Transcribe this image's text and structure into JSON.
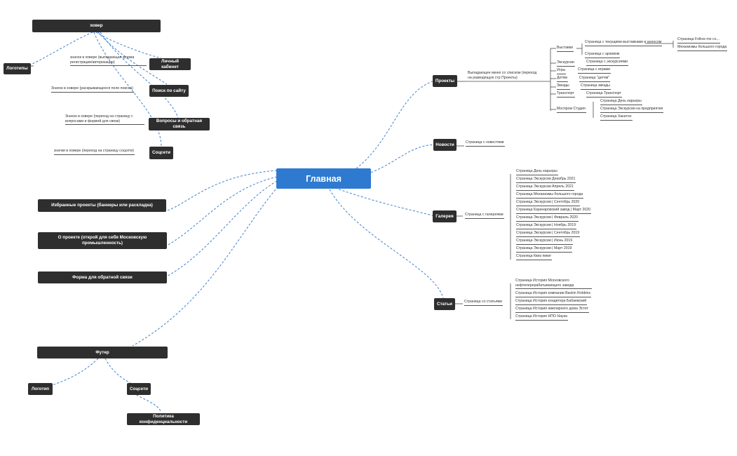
{
  "main": "Главная",
  "left": {
    "cover": "ховер",
    "logos": "Логотипы",
    "cabinet": "Личный кабинет",
    "search": "Поиск по сайту",
    "questions": "Вопросы и обратная связь",
    "socials": "Соцсети",
    "cabinet_note": "значок в ховере (выпадающая форма регистрации/авторизации)",
    "search_note": "Значок в ховере (раскрывающееся поле поиска)",
    "questions_note": "Значок в ховере (переход на страницу с вопросами и формой для связи)",
    "socials_note": "значки в ховере (переход на страницу соцсети)",
    "featured": "Избранные проекты (баннеры или раскладка)",
    "about": "О проекте (открой для себя Московскую промышленность)",
    "feedback": "Форма для обратной связи",
    "footer": "Футер",
    "footer_logo": "Логотип",
    "footer_socials": "Соцсети",
    "privacy": "Политика конфиденциальности"
  },
  "projects": {
    "title": "Проекты",
    "note": "Выпадающее меню со списком (переход на разводящую стр Проекты)",
    "exhibitions": "Выставки",
    "ex_current": "Страница с текущими выставками и анонсом",
    "ex_follow": "Страница Follow me со...",
    "ex_mech": "Механизмы большого города",
    "ex_archive": "Страница с архивом",
    "excursions": "Экскурсии",
    "excursions_page": "Страница с экскурсиями",
    "games": "Игры",
    "games_page": "Страница с играми",
    "kids": "Детям",
    "kids_page": "Страница \"детям\"",
    "stars": "Звезды",
    "stars_page": "Страница звезды",
    "transport": "Транспорт",
    "transport_page": "Страница Транспорт",
    "studio": "Моспром Студия",
    "studio_career": "Страница День карьеры",
    "studio_excursions": "Страница Экскурсии на предприятия",
    "studio_hack": "Страница Хакатон"
  },
  "news": {
    "title": "Новости",
    "page": "Страница с новостями"
  },
  "gallery": {
    "title": "Галерея",
    "page": "Страница с галереями",
    "items": [
      "Страница День карьеры",
      "Страница Экскурсии Декабрь 2021",
      "Страница Экскурсии Апрель 2021",
      "Страница Механизмы большого города",
      "Страница Экскурсии | Сентябрь 2020",
      "Страница Карачаровский завод | Март 2020",
      "Страница Экскурсии | Февраль 2020",
      "Страница Экскурсии | Ноябрь 2019",
      "Страница Экскурсии | Сентябрь 2019",
      "Страница Экскурсии | Июнь 2019",
      "Страница Экскурсии | Март 2019",
      "Страница Квиз пикиг"
    ]
  },
  "articles": {
    "title": "Статьи",
    "page": "Страница со статьями",
    "items": [
      "Страница История Московского нефтеперерабатывающего завода",
      "Страница История компании Baskin Robbins",
      "Страница История кондитера Бабаевский",
      "Страница История ювелирного дома Эстет",
      "Страница История НПО Наука"
    ]
  }
}
